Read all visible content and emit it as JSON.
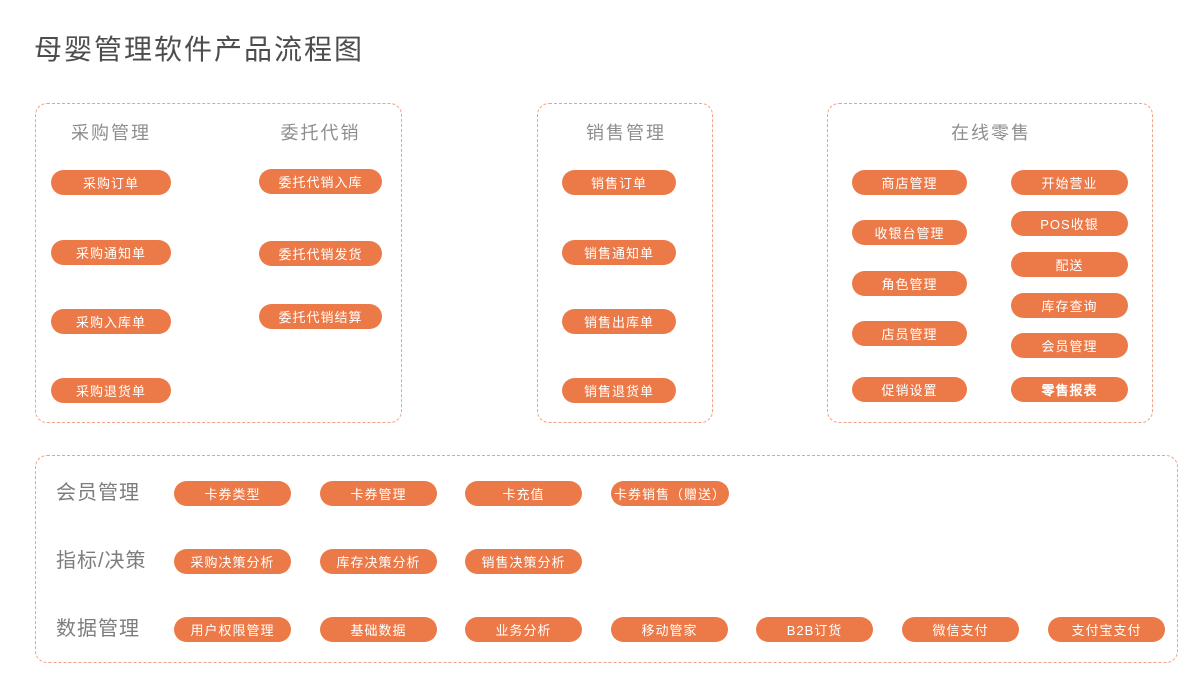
{
  "title": "母婴管理软件产品流程图",
  "colors": {
    "pill_fill": "#ec7a49",
    "dashed_border": "#f1a184",
    "title_text": "#4d4d4d",
    "header_text": "#8e8e8e",
    "pill_text": "#ffffff"
  },
  "boxes": [
    {
      "columns": [
        {
          "header": "采购管理",
          "items": [
            "采购订单",
            "采购通知单",
            "采购入库单",
            "采购退货单"
          ]
        },
        {
          "header": "委托代销",
          "items": [
            "委托代销入库",
            "委托代销发货",
            "委托代销结算"
          ]
        }
      ]
    },
    {
      "columns": [
        {
          "header": "销售管理",
          "items": [
            "销售订单",
            "销售通知单",
            "销售出库单",
            "销售退货单"
          ]
        }
      ]
    },
    {
      "header": "在线零售",
      "columns": [
        {
          "items": [
            "商店管理",
            "收银台管理",
            "角色管理",
            "店员管理",
            "促销设置"
          ]
        },
        {
          "items": [
            "开始营业",
            "POS收银",
            "配送",
            "库存查询",
            "会员管理",
            "零售报表"
          ]
        }
      ]
    }
  ],
  "bottom": {
    "rows": [
      {
        "label": "会员管理",
        "items": [
          "卡券类型",
          "卡券管理",
          "卡充值",
          "卡券销售（赠送）"
        ]
      },
      {
        "label": "指标/决策",
        "items": [
          "采购决策分析",
          "库存决策分析",
          "销售决策分析"
        ]
      },
      {
        "label": "数据管理",
        "items": [
          "用户权限管理",
          "基础数据",
          "业务分析",
          "移动管家",
          "B2B订货",
          "微信支付",
          "支付宝支付"
        ]
      }
    ]
  }
}
